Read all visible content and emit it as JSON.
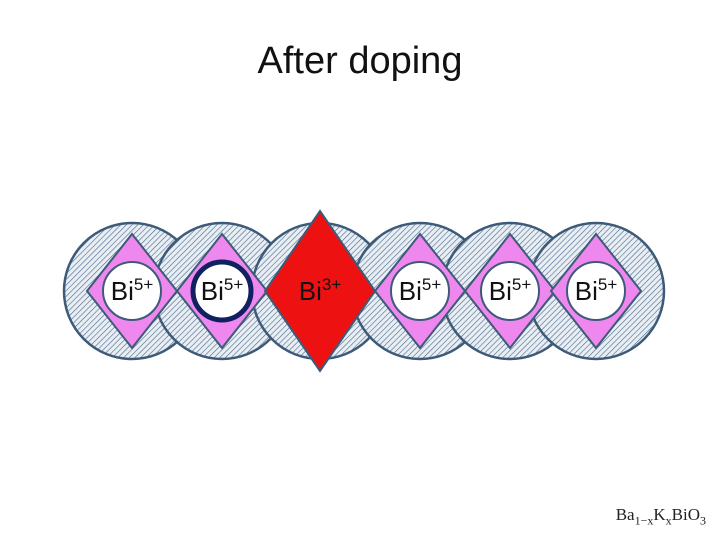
{
  "title": "After doping",
  "sites": [
    {
      "label": "Bi",
      "charge": "5+",
      "diamond_color": "#ee88ee",
      "highlight": false,
      "ring": "normal"
    },
    {
      "label": "Bi",
      "charge": "5+",
      "diamond_color": "#ee88ee",
      "highlight": false,
      "ring": "bold"
    },
    {
      "label": "Bi",
      "charge": "3+",
      "diamond_color": "#ee1111",
      "highlight": true,
      "ring": "none"
    },
    {
      "label": "Bi",
      "charge": "5+",
      "diamond_color": "#ee88ee",
      "highlight": false,
      "ring": "normal"
    },
    {
      "label": "Bi",
      "charge": "5+",
      "diamond_color": "#ee88ee",
      "highlight": false,
      "ring": "normal"
    },
    {
      "label": "Bi",
      "charge": "5+",
      "diamond_color": "#ee88ee",
      "highlight": false,
      "ring": "normal"
    }
  ],
  "formula": {
    "a": "Ba",
    "a_sub": "1−x",
    "b": "K",
    "b_sub": "x",
    "c": "BiO",
    "c_sub": "3"
  },
  "colors": {
    "outline": "#3d5a78",
    "hatch": "#4a6888",
    "diamond": "#ee88ee",
    "highlight": "#ee1111",
    "bold_ring": "#102060"
  }
}
